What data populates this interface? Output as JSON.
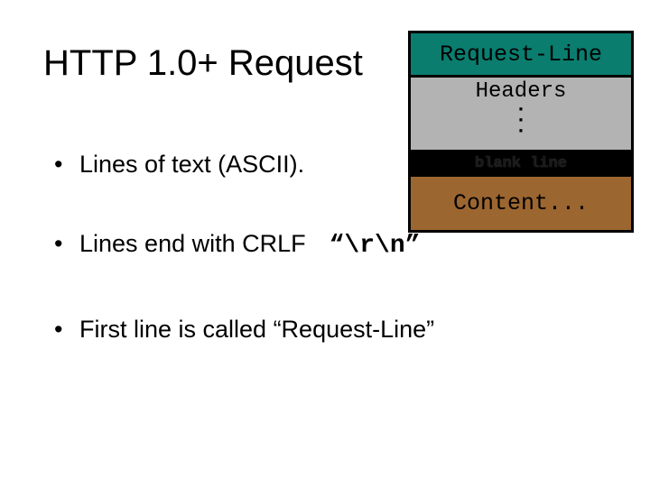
{
  "slide": {
    "title": "HTTP 1.0+ Request",
    "bullets": [
      {
        "marker": "•",
        "text": "Lines of text (ASCII)."
      },
      {
        "marker": "•",
        "text": "Lines end with CRLF",
        "code": "“\\r\\n”"
      },
      {
        "marker": "•",
        "text": "First line is called “Request-Line”"
      }
    ]
  },
  "diagram": {
    "request_line": "Request-Line",
    "headers": "Headers",
    "ellipsis": [
      "·",
      "·",
      "·"
    ],
    "blank_line": "blank line",
    "content": "Content...",
    "colors": {
      "request_line": "#0a7d6f",
      "headers": "#b3b3b3",
      "blank_line": "#000000",
      "content": "#9c6630"
    }
  }
}
